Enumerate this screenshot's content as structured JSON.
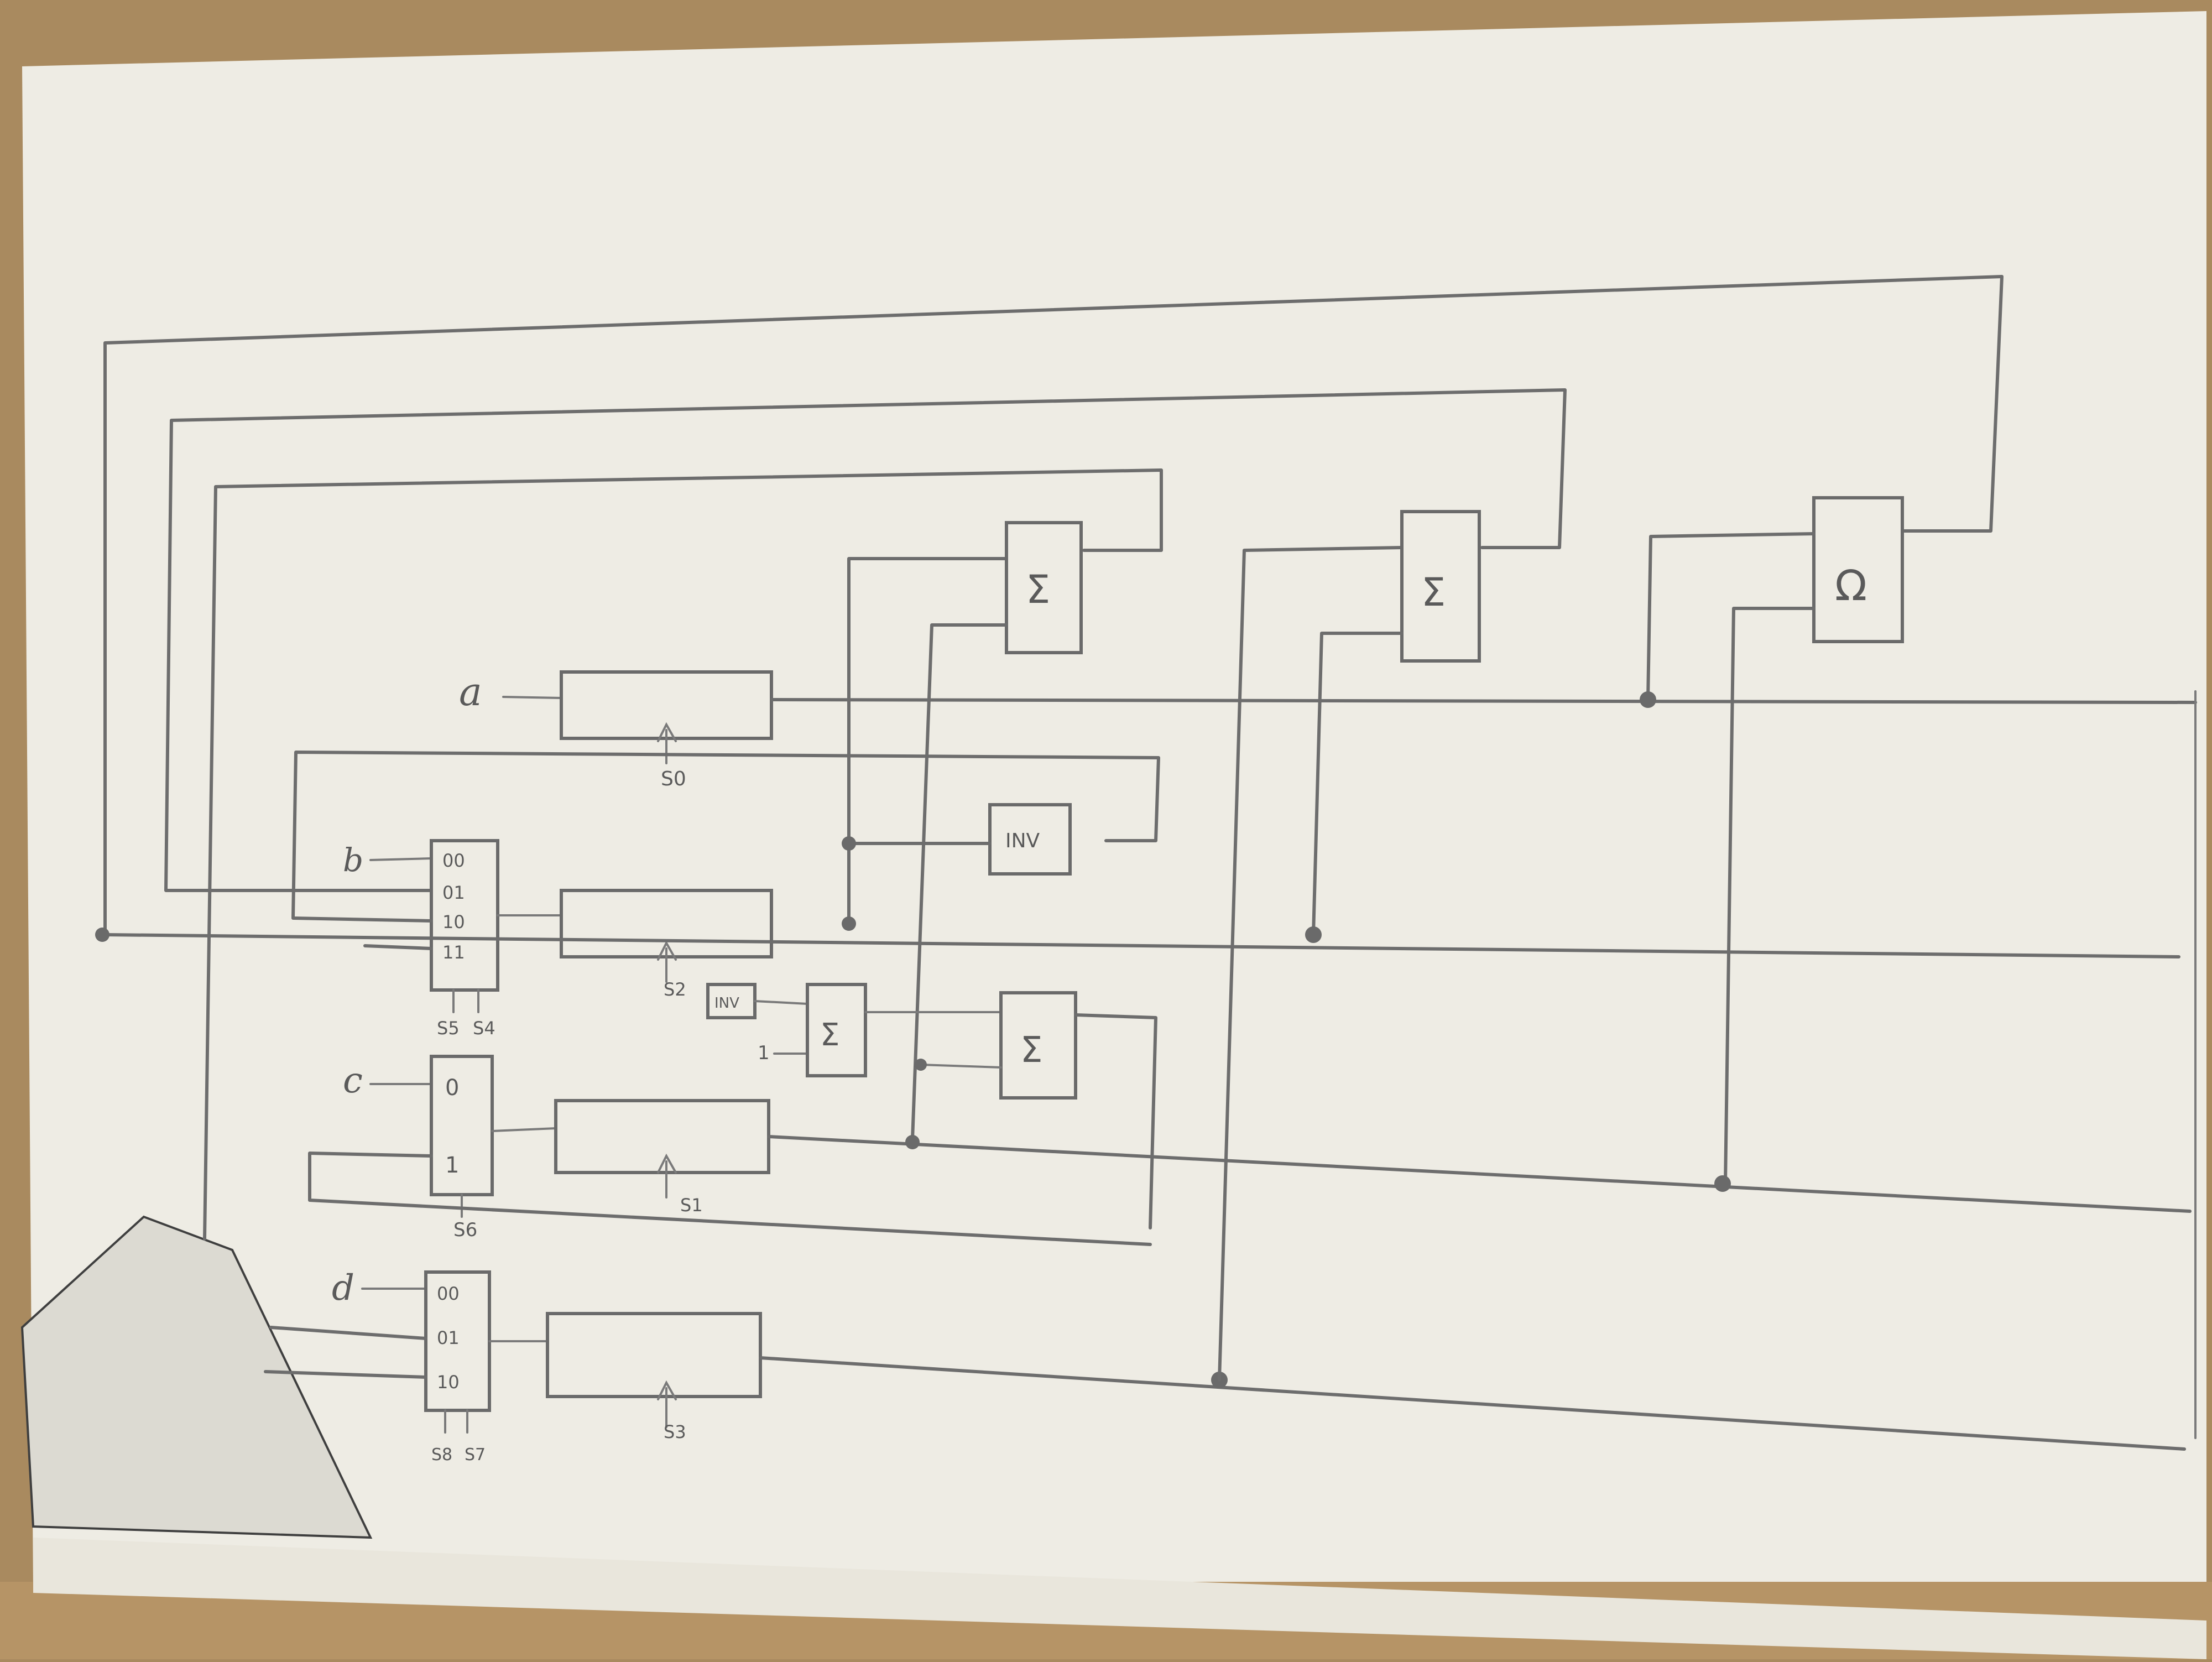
{
  "diagram": {
    "inputs": {
      "a": "a",
      "b": "b",
      "c": "c",
      "d": "d"
    },
    "mux_b": {
      "ports": [
        "00",
        "01",
        "10",
        "11"
      ],
      "select": [
        "S5",
        "S4"
      ]
    },
    "mux_c": {
      "ports": [
        "0",
        "1"
      ],
      "select": "S6"
    },
    "mux_d": {
      "ports": [
        "00",
        "01",
        "10"
      ],
      "select": [
        "S8",
        "S7"
      ]
    },
    "registers": {
      "reg_a_select": "S0",
      "reg_b_select": "S2",
      "reg_c_select": "S1",
      "reg_d_select": "S3"
    },
    "blocks": {
      "inv_large": "INV",
      "inv_small": "INV",
      "const_one": "1",
      "sum_symbol": "Σ",
      "compare_symbol": "Ω"
    }
  },
  "colors": {
    "paper": "#eeece4",
    "pencil": "#6d6d6d",
    "table": "#a98a5f"
  }
}
